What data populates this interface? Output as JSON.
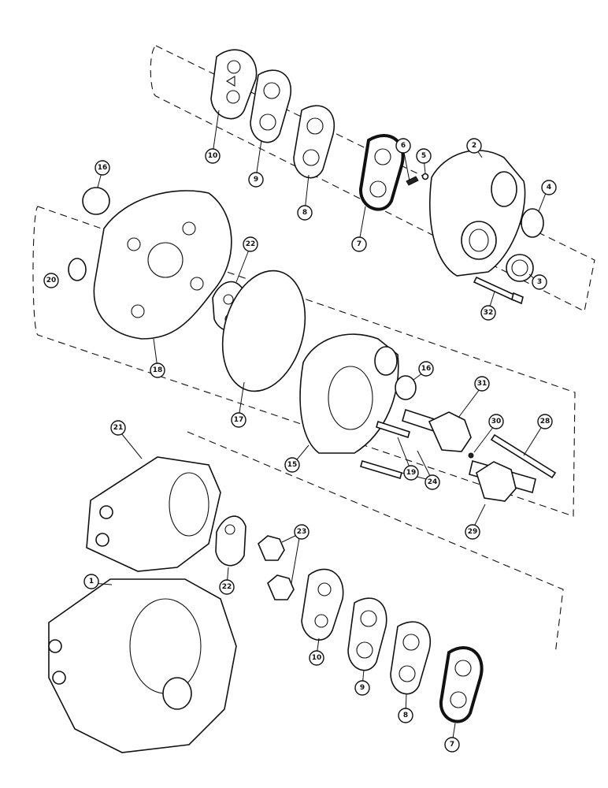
{
  "callouts": [
    {
      "id": "c10a",
      "label": "10"
    },
    {
      "id": "c9a",
      "label": "9"
    },
    {
      "id": "c8a",
      "label": "8"
    },
    {
      "id": "c7a",
      "label": "7"
    },
    {
      "id": "c6",
      "label": "6"
    },
    {
      "id": "c5",
      "label": "5"
    },
    {
      "id": "c2",
      "label": "2"
    },
    {
      "id": "c4",
      "label": "4"
    },
    {
      "id": "c3",
      "label": "3"
    },
    {
      "id": "c32",
      "label": "32"
    },
    {
      "id": "c16a",
      "label": "16"
    },
    {
      "id": "c20",
      "label": "20"
    },
    {
      "id": "c22a",
      "label": "22"
    },
    {
      "id": "c18",
      "label": "18"
    },
    {
      "id": "c17",
      "label": "17"
    },
    {
      "id": "c16b",
      "label": "16"
    },
    {
      "id": "c31",
      "label": "31"
    },
    {
      "id": "c30",
      "label": "30"
    },
    {
      "id": "c28",
      "label": "28"
    },
    {
      "id": "c15",
      "label": "15"
    },
    {
      "id": "c19",
      "label": "19"
    },
    {
      "id": "c24",
      "label": "24"
    },
    {
      "id": "c29",
      "label": "29"
    },
    {
      "id": "c21",
      "label": "21"
    },
    {
      "id": "c23",
      "label": "23"
    },
    {
      "id": "c22b",
      "label": "22"
    },
    {
      "id": "c1",
      "label": "1"
    },
    {
      "id": "c10b",
      "label": "10"
    },
    {
      "id": "c9b",
      "label": "9"
    },
    {
      "id": "c8b",
      "label": "8"
    },
    {
      "id": "c7b",
      "label": "7"
    }
  ]
}
